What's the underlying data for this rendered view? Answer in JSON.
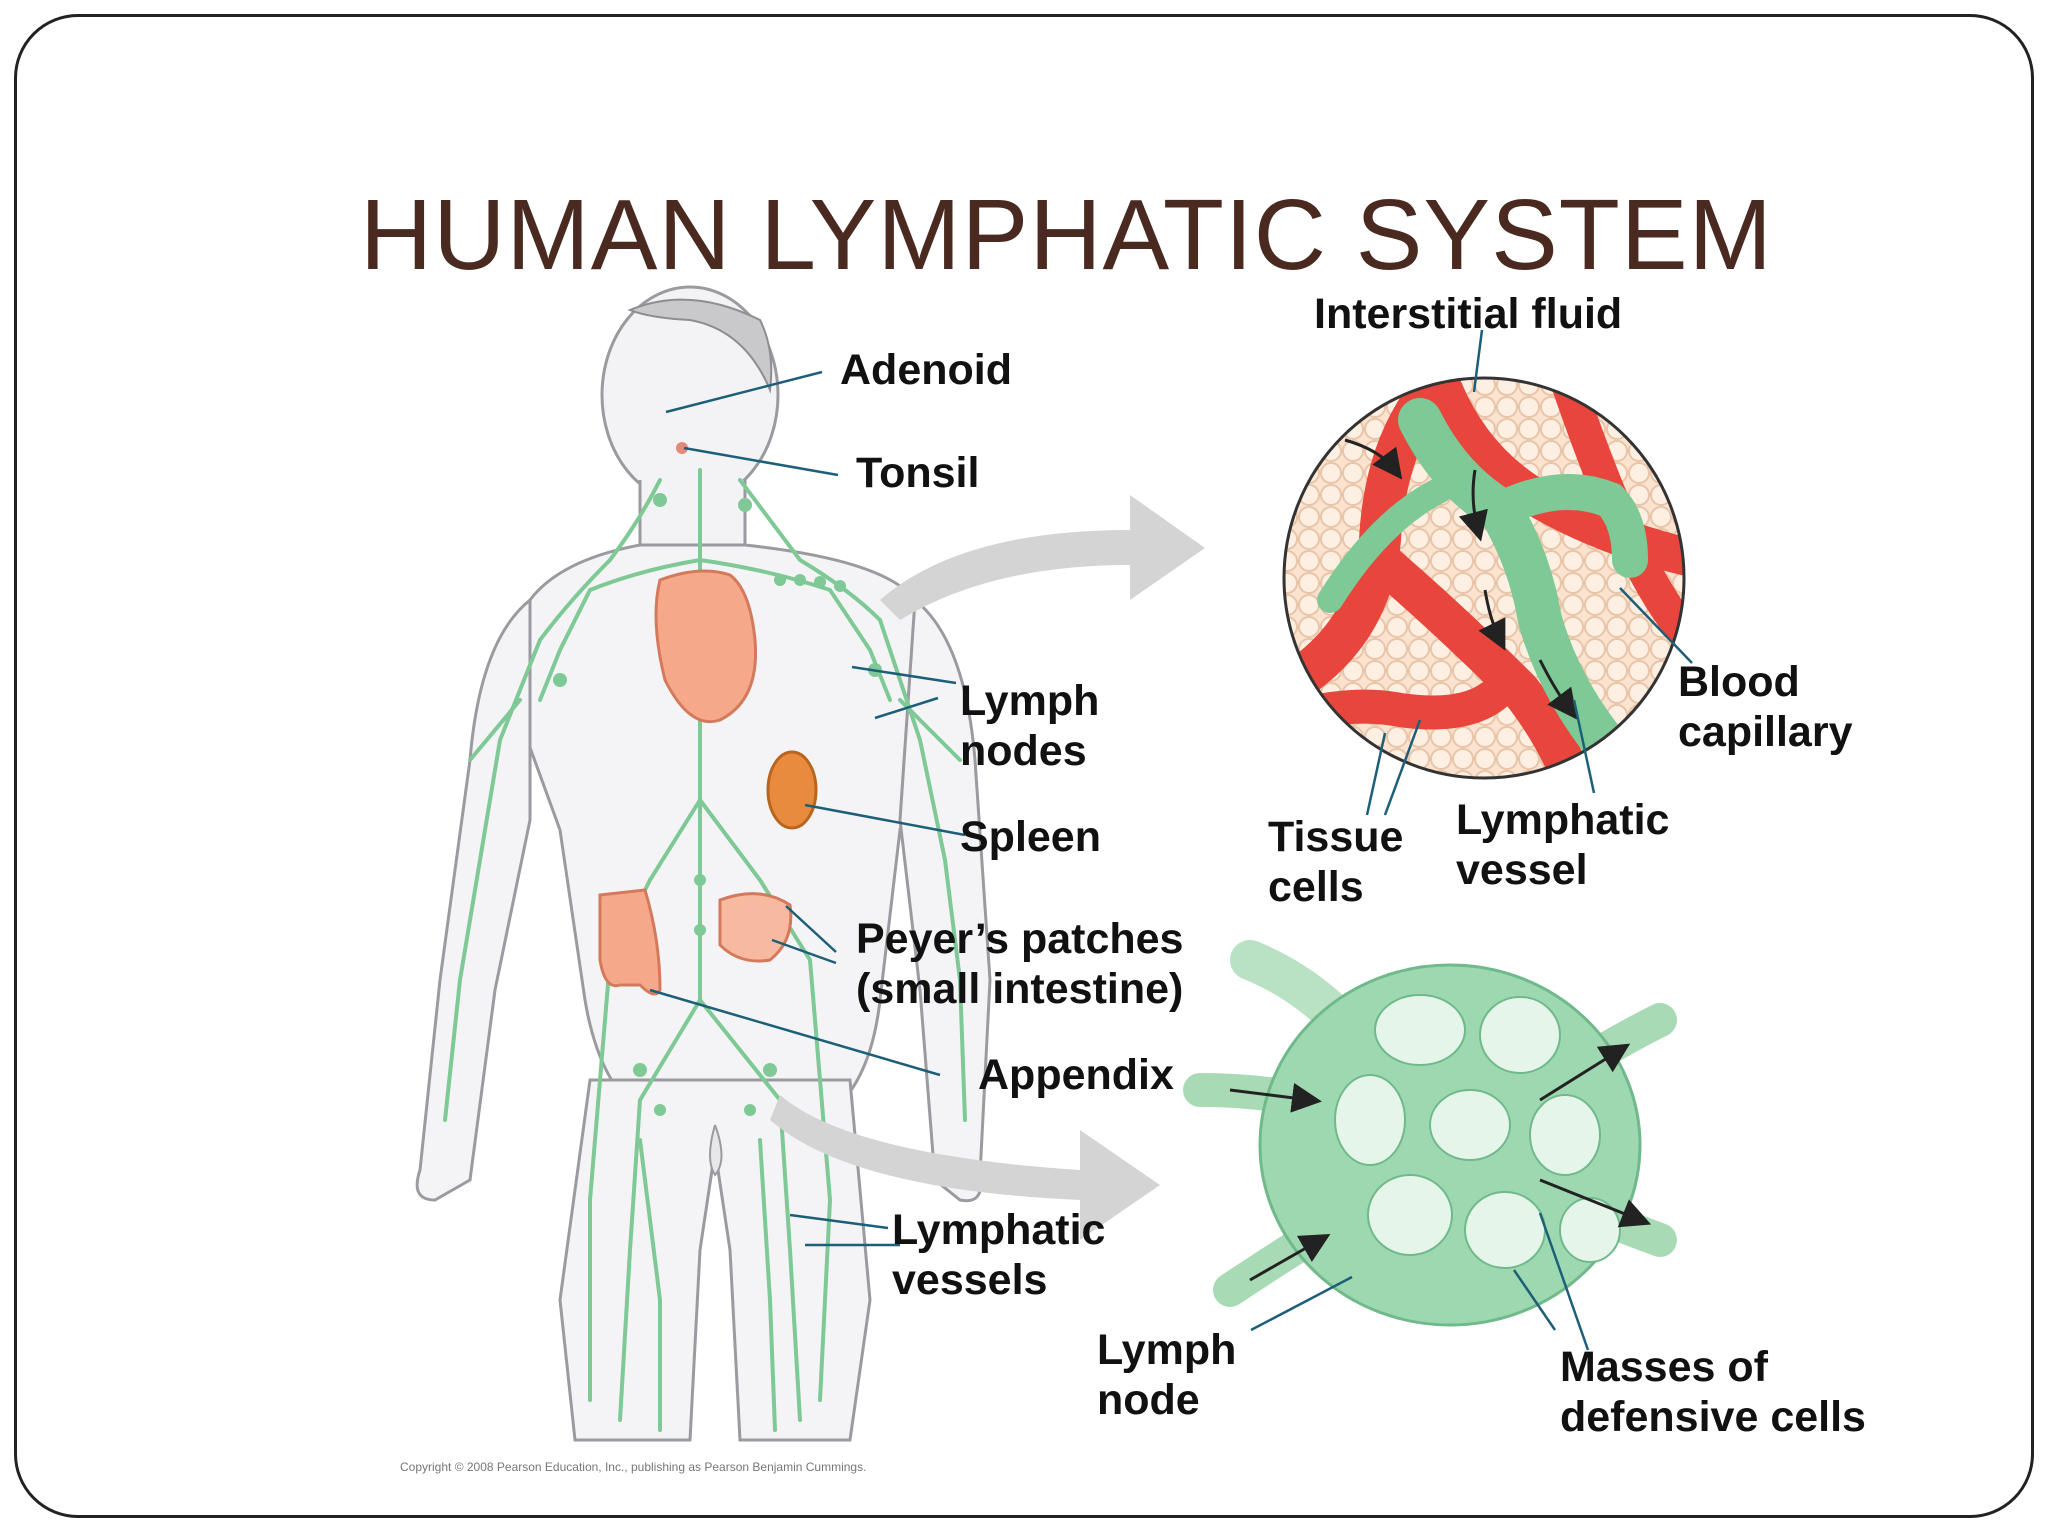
{
  "title": "HUMAN LYMPHATIC SYSTEM",
  "labels": {
    "adenoid": "Adenoid",
    "tonsil": "Tonsil",
    "lymph_nodes": [
      "Lymph",
      "nodes"
    ],
    "spleen": "Spleen",
    "peyers_patches": [
      "Peyer’s patches",
      "(small intestine)"
    ],
    "appendix": "Appendix",
    "lymphatic_vessels": [
      "Lymphatic",
      "vessels"
    ],
    "interstitial_fluid": "Interstitial fluid",
    "blood_capillary": [
      "Blood",
      "capillary"
    ],
    "tissue_cells": [
      "Tissue",
      "cells"
    ],
    "lymphatic_vessel": [
      "Lymphatic",
      "vessel"
    ],
    "lymph_node": [
      "Lymph",
      "node"
    ],
    "defensive_cells": [
      "Masses of",
      "defensive cells"
    ]
  },
  "copyright": "Copyright © 2008 Pearson Education, Inc., publishing as Pearson Benjamin Cummings.",
  "colors": {
    "title": "#4a2a20",
    "lymph_green": "#7ec995",
    "blood_red": "#e8453c",
    "leader_line": "#1d5f78",
    "organ_orange": "#f3a07a"
  }
}
